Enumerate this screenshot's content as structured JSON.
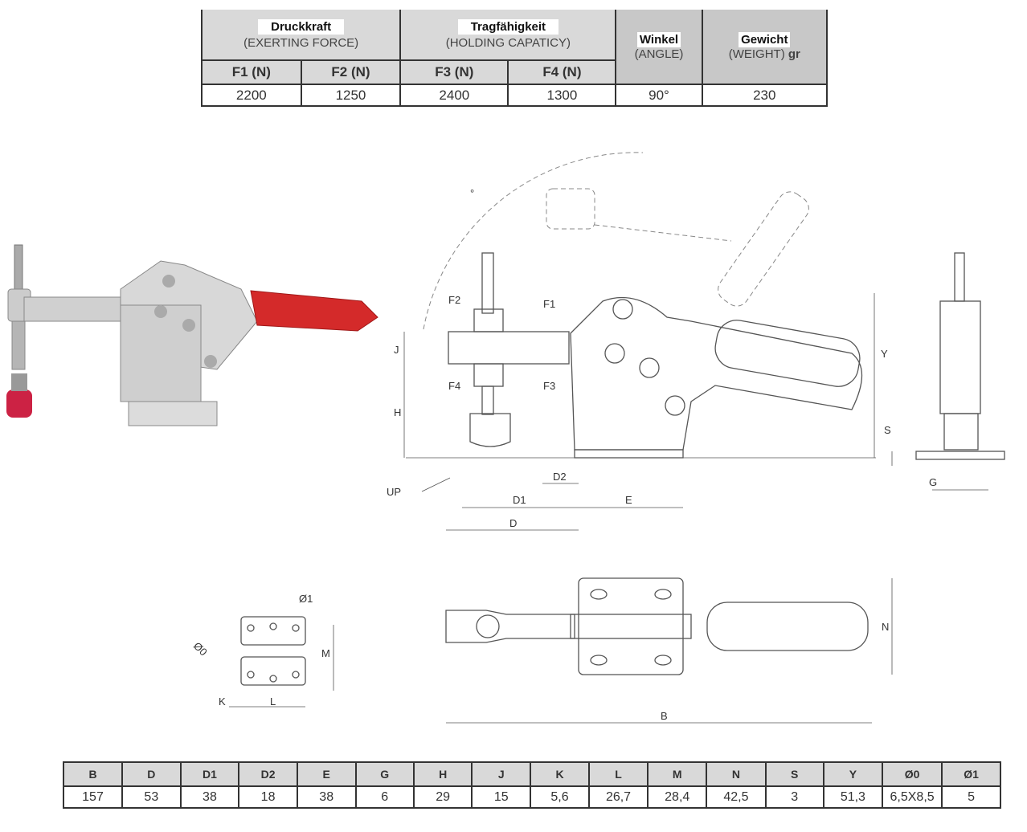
{
  "spec_table": {
    "groups": [
      {
        "title": "Druckkraft",
        "subtitle": "(EXERTING FORCE)"
      },
      {
        "title": "Tragfähigkeit",
        "subtitle": "(HOLDING CAPATICY)"
      },
      {
        "title": "Winkel",
        "subtitle": "(ANGLE)"
      },
      {
        "title": "Gewicht",
        "subtitle": "(WEIGHT)",
        "unit": "gr"
      }
    ],
    "sub_headers": [
      "F1 (N)",
      "F2 (N)",
      "F3 (N)",
      "F4 (N)"
    ],
    "values": [
      "2200",
      "1250",
      "2400",
      "1300",
      "90°",
      "230"
    ]
  },
  "drawing_labels": {
    "F1": "F1",
    "F2": "F2",
    "F3": "F3",
    "F4": "F4",
    "J": "J",
    "H": "H",
    "UP": "UP",
    "D2": "D2",
    "D1": "D1",
    "E": "E",
    "D": "D",
    "Y": "Y",
    "S": "S",
    "G": "G",
    "phi1": "Ø1",
    "phi0": "Ø0",
    "M": "M",
    "K": "K",
    "L": "L",
    "N": "N",
    "B": "B",
    "angle": "°"
  },
  "dims_table": {
    "headers": [
      "B",
      "D",
      "D1",
      "D2",
      "E",
      "G",
      "H",
      "J",
      "K",
      "L",
      "M",
      "N",
      "S",
      "Y",
      "Ø0",
      "Ø1"
    ],
    "values": [
      "157",
      "53",
      "38",
      "18",
      "38",
      "6",
      "29",
      "15",
      "5,6",
      "26,7",
      "28,4",
      "42,5",
      "3",
      "51,3",
      "6,5X8,5",
      "5"
    ]
  },
  "colors": {
    "handle_red": "#d42a2a",
    "header_gray": "#d9d9d9"
  }
}
